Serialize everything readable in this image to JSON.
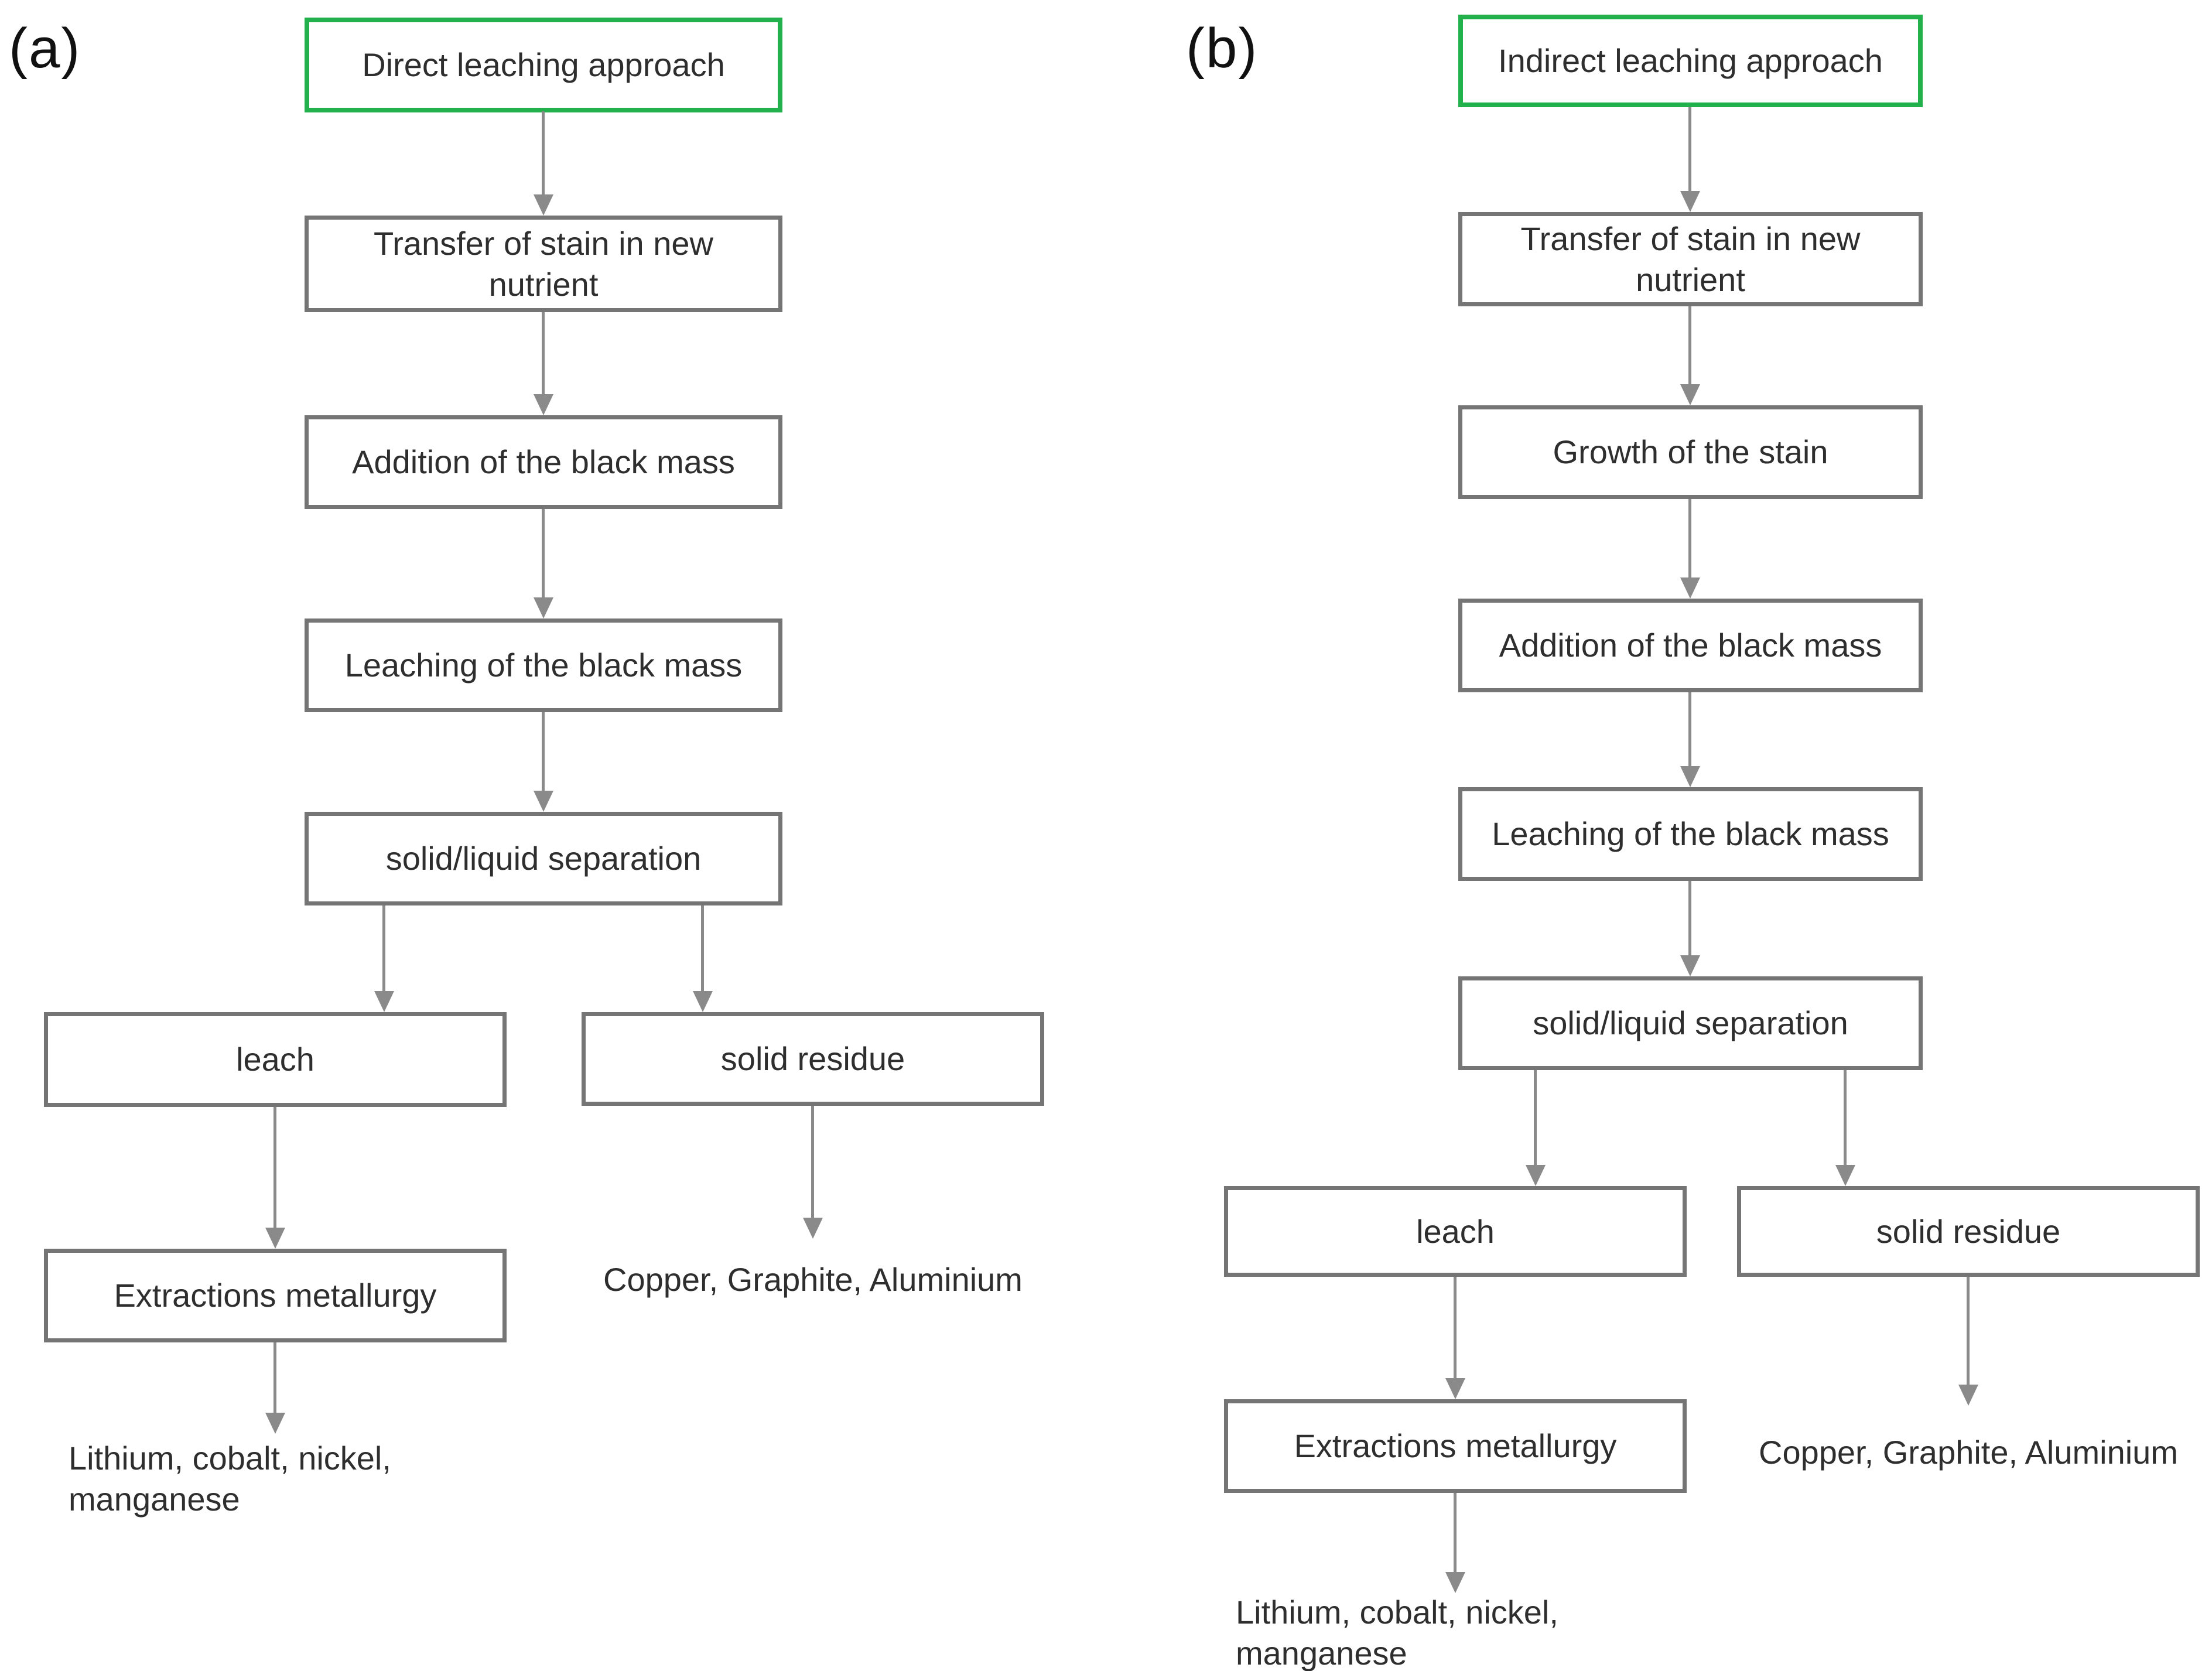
{
  "colors": {
    "title_border": "#23b14d",
    "box_border": "#757575",
    "arrow": "#8a8a8a",
    "text": "#2e2e2e",
    "label": "#111111"
  },
  "panels": [
    {
      "label": "(a)",
      "title": "Direct leaching approach",
      "steps": [
        "Transfer of  stain in new nutrient",
        "Addition of the black mass",
        "Leaching of the black mass",
        "solid/liquid separation"
      ],
      "branches": {
        "leach": {
          "step1": "leach",
          "step2": "Extractions metallurgy",
          "result": "Lithium, cobalt, nickel,\nmanganese"
        },
        "residue": {
          "step1": "solid residue",
          "result": "Copper, Graphite, Aluminium"
        }
      }
    },
    {
      "label": "(b)",
      "title": "Indirect leaching approach",
      "steps": [
        "Transfer of  stain in new nutrient",
        "Growth of the stain",
        "Addition of the black mass",
        "Leaching of the black mass",
        "solid/liquid separation"
      ],
      "branches": {
        "leach": {
          "step1": "leach",
          "step2": "Extractions metallurgy",
          "result": "Lithium, cobalt, nickel,\nmanganese"
        },
        "residue": {
          "step1": "solid residue",
          "result": "Copper, Graphite, Aluminium"
        }
      }
    }
  ]
}
